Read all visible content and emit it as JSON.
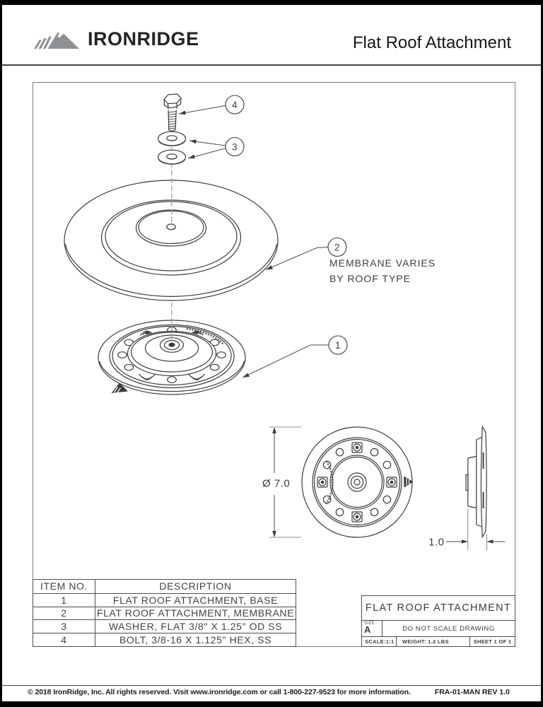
{
  "header": {
    "brand": "IRONRIDGE",
    "title": "Flat Roof Attachment"
  },
  "drawing": {
    "callouts": {
      "c1": "1",
      "c2": "2",
      "c3": "3",
      "c4": "4"
    },
    "membrane_note_line1": "MEMBRANE VARIES",
    "membrane_note_line2": "BY ROOF TYPE",
    "dim_diameter": "Ø 7.0",
    "dim_thickness": "1.0"
  },
  "bom_table": {
    "headers": {
      "item": "ITEM NO.",
      "description": "DESCRIPTION"
    },
    "rows": [
      {
        "item": "1",
        "description": "FLAT ROOF ATTACHMENT, BASE"
      },
      {
        "item": "2",
        "description": "FLAT ROOF ATTACHMENT, MEMBRANE"
      },
      {
        "item": "3",
        "description": "WASHER, FLAT 3/8\" X 1.25\" OD SS"
      },
      {
        "item": "4",
        "description": "BOLT, 3/8-16 X 1.125\" HEX, SS"
      }
    ]
  },
  "title_block": {
    "title": "FLAT ROOF ATTACHMENT",
    "size_label": "SIZE",
    "size_value": "A",
    "note": "DO NOT SCALE DRAWING",
    "scale": "SCALE:1:1",
    "weight": "WEIGHT: 1.2 LBS",
    "sheet": "SHEET 1 OF 1"
  },
  "footer": {
    "copyright": "© 2018 IronRidge, Inc. All rights reserved. Visit www.ironridge.com or call 1-800-227-9523 for more information.",
    "doc_ref": "FRA-01-MAN REV 1.0"
  }
}
